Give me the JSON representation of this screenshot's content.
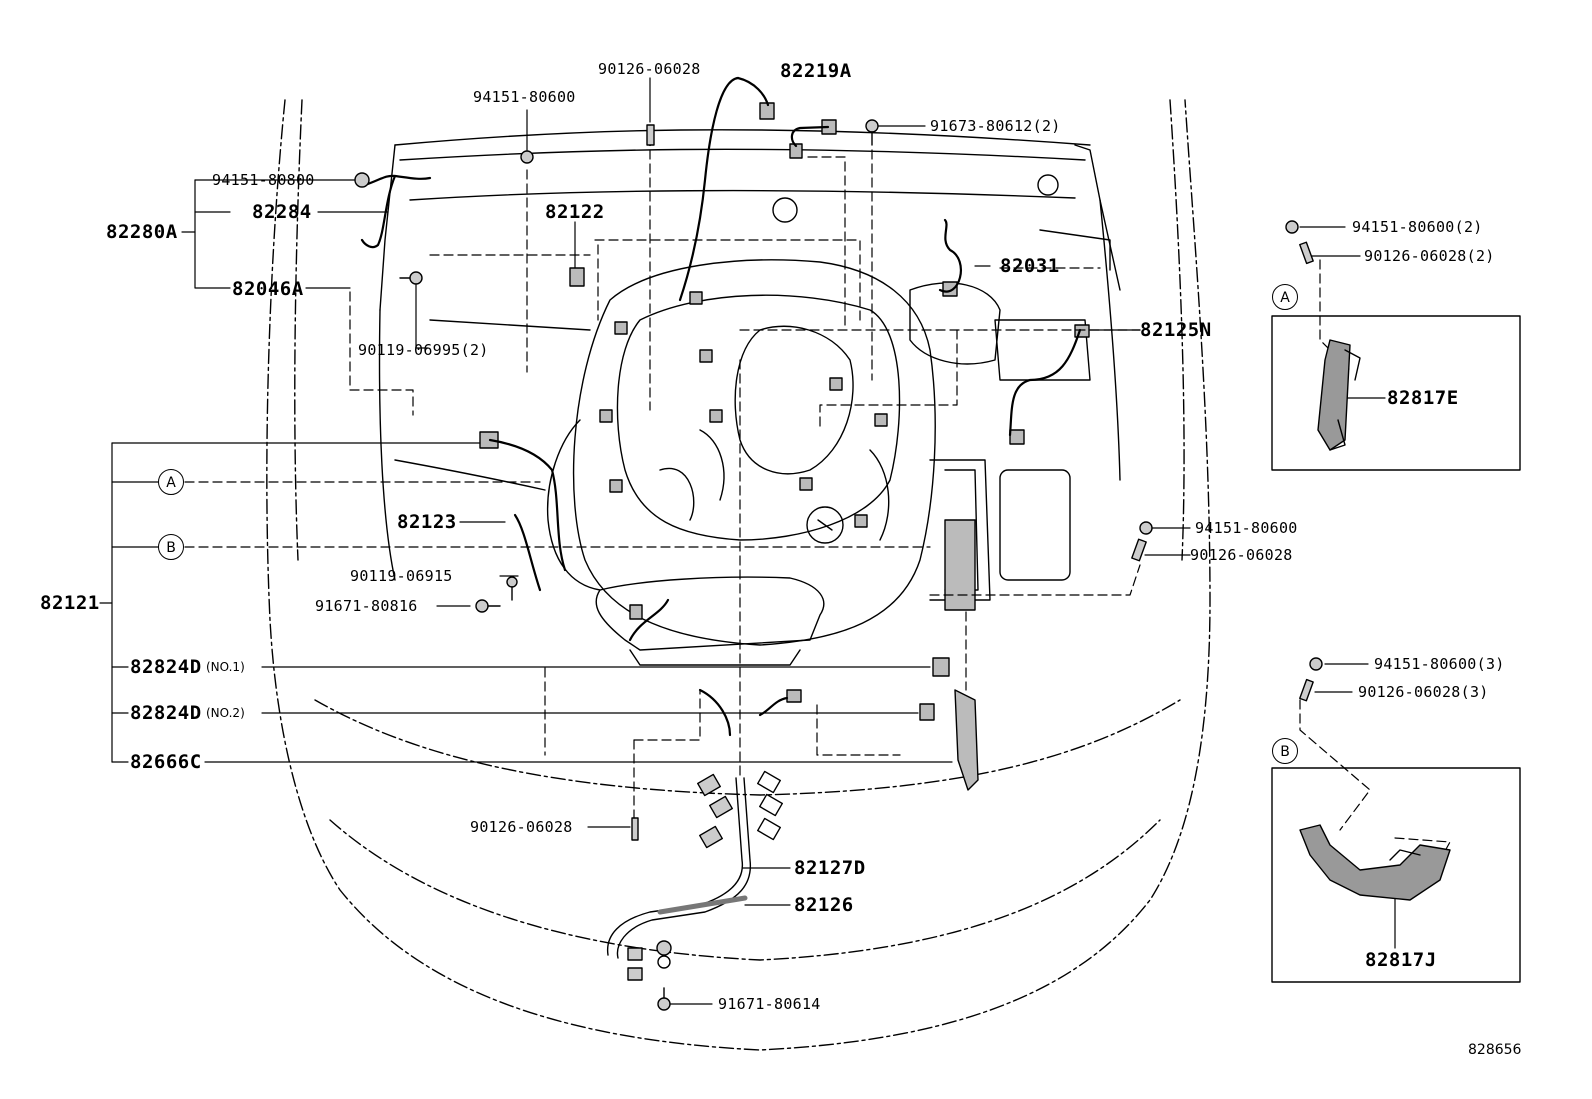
{
  "diagram": {
    "figure_code": "828656",
    "callouts": {
      "a": "A",
      "b": "B"
    },
    "parts": {
      "p90126_06028_top": "90126-06028",
      "p82219A": "82219A",
      "p94151_80600_top": "94151-80600",
      "p91673_80612": "91673-80612(2)",
      "p94151_80800": "94151-80800",
      "p82284": "82284",
      "p82280A": "82280A",
      "p82122": "82122",
      "p82031": "82031",
      "p82046A": "82046A",
      "p90119_06995": "90119-06995(2)",
      "p82125N": "82125N",
      "p82123": "82123",
      "p94151_80600_mid": "94151-80600",
      "p90126_06028_mid": "90126-06028",
      "p90119_06915": "90119-06915",
      "p82121": "82121",
      "p91671_80816": "91671-80816",
      "p82824D_1": "82824D",
      "p82824D_1_note": "(NO.1)",
      "p82824D_2": "82824D",
      "p82824D_2_note": "(NO.2)",
      "p82666C": "82666C",
      "p90126_06028_bottom": "90126-06028",
      "p82127D": "82127D",
      "p82126": "82126",
      "p91671_80614": "91671-80614"
    },
    "inset_a": {
      "p94151_80600": "94151-80600(2)",
      "p90126_06028": "90126-06028(2)",
      "p82817E": "82817E"
    },
    "inset_b": {
      "p94151_80600": "94151-80600(3)",
      "p90126_06028": "90126-06028(3)",
      "p82817J": "82817J"
    }
  }
}
